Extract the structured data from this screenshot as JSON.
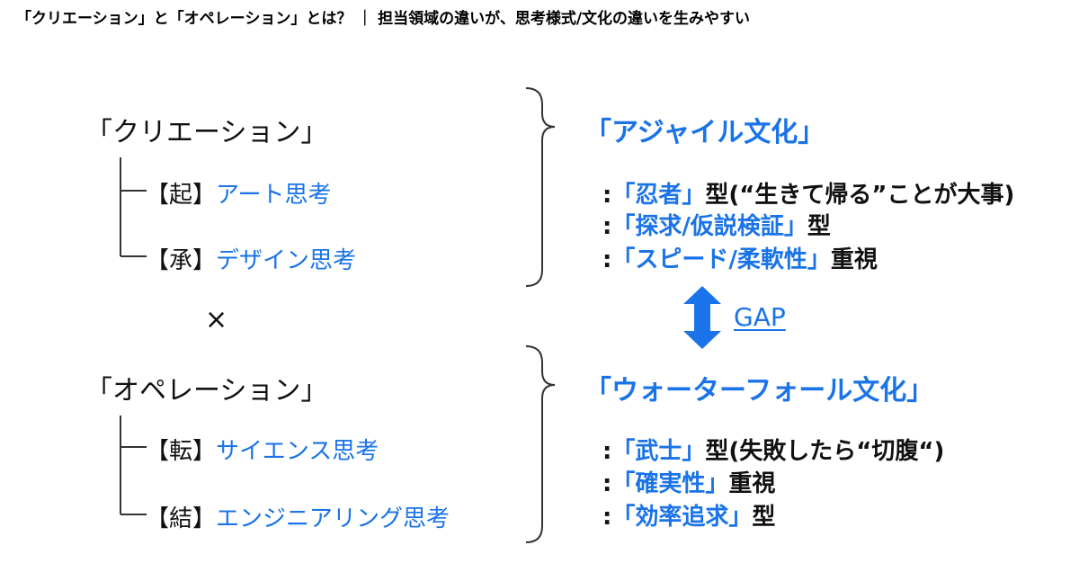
{
  "title": "「クリエーション」と「オペレーション」とは？ ｜ 担当領域の違いが、思考様式/文化の違いを生みやすい",
  "creation": {
    "heading": "「クリエーション」",
    "items": [
      {
        "bracket": "【起】",
        "label": "アート思考"
      },
      {
        "bracket": "【承】",
        "label": "デザイン思考"
      }
    ]
  },
  "operator": "×",
  "operation": {
    "heading": "「オペレーション」",
    "items": [
      {
        "bracket": "【転】",
        "label": "サイエンス思考"
      },
      {
        "bracket": "【結】",
        "label": "エンジニアリング思考"
      }
    ]
  },
  "agile": {
    "title": "「アジャイル文化」",
    "items": [
      {
        "prefix": ":",
        "highlight": "「忍者」",
        "suffix": "型(“生きて帰る”ことが大事)"
      },
      {
        "prefix": ":",
        "highlight": "「探求/仮説検証」",
        "suffix": "型"
      },
      {
        "prefix": ":",
        "highlight": "「スピード/柔軟性」",
        "suffix": "重視"
      }
    ]
  },
  "gap": {
    "label": "GAP",
    "icon": "double-arrow-vertical-icon",
    "color": "#1a73e8"
  },
  "waterfall": {
    "title": "「ウォーターフォール文化」",
    "items": [
      {
        "prefix": ":",
        "highlight": "「武士」",
        "suffix": "型(失敗したら“切腹“)"
      },
      {
        "prefix": ":",
        "highlight": "「確実性」",
        "suffix": "重視"
      },
      {
        "prefix": ":",
        "highlight": "「効率追求」",
        "suffix": "型"
      }
    ]
  },
  "colors": {
    "accent": "#1a73e8",
    "text": "#111111",
    "lines": "#333333"
  }
}
